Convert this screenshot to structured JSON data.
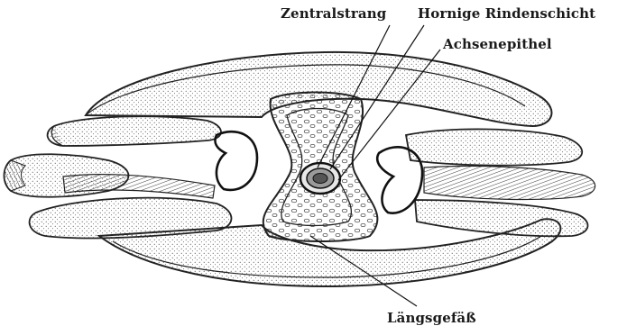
{
  "labels": {
    "zentralstrang": "Zentralstrang",
    "hornige_rindenschicht": "Hornige Rindenschicht",
    "achsenepithel": "Achsenepithel",
    "laengsgefaess": "Längsgefäß"
  }
}
